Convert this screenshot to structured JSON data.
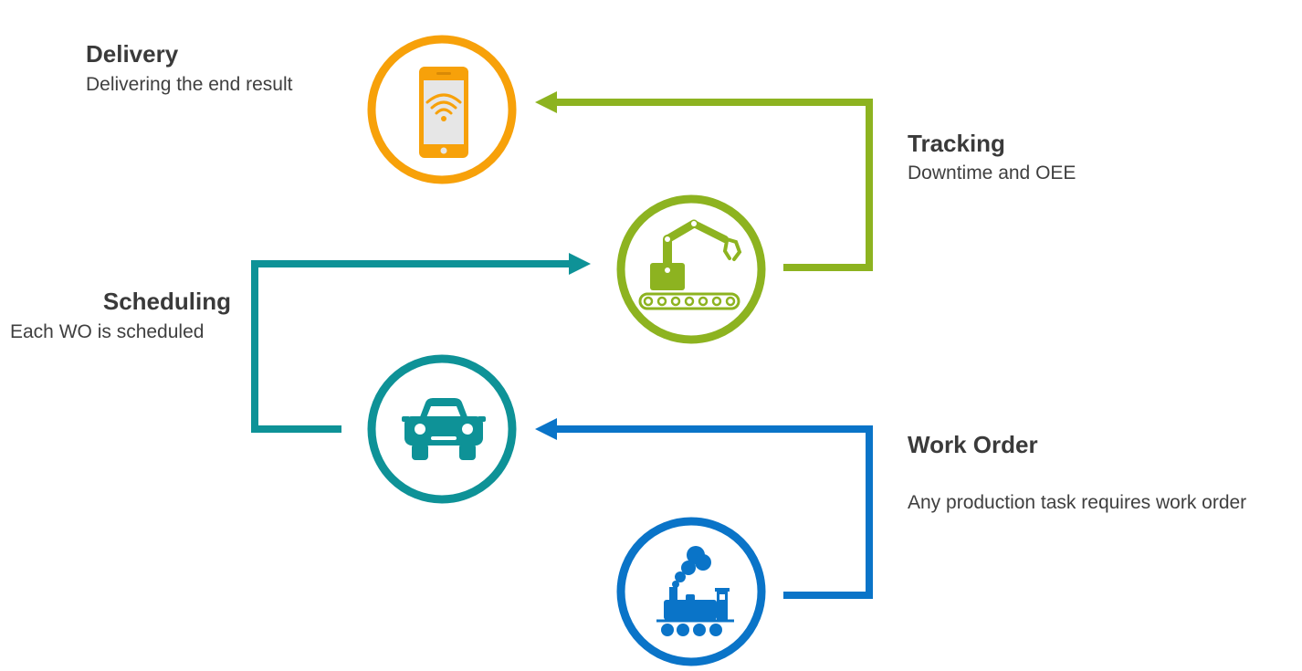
{
  "steps": {
    "delivery": {
      "title": "Delivery",
      "description": "Delivering the end result",
      "color": "#F7A10A",
      "icon": "smartphone-wifi-icon"
    },
    "tracking": {
      "title": "Tracking",
      "description": "Downtime and OEE",
      "color": "#8DB320",
      "icon": "robot-arm-conveyor-icon"
    },
    "scheduling": {
      "title": "Scheduling",
      "description": "Each WO is scheduled",
      "color": "#0E9297",
      "icon": "car-icon"
    },
    "work_order": {
      "title": "Work Order",
      "description": "Any production task requires work order",
      "color": "#0A74C8",
      "icon": "steam-train-icon"
    }
  }
}
